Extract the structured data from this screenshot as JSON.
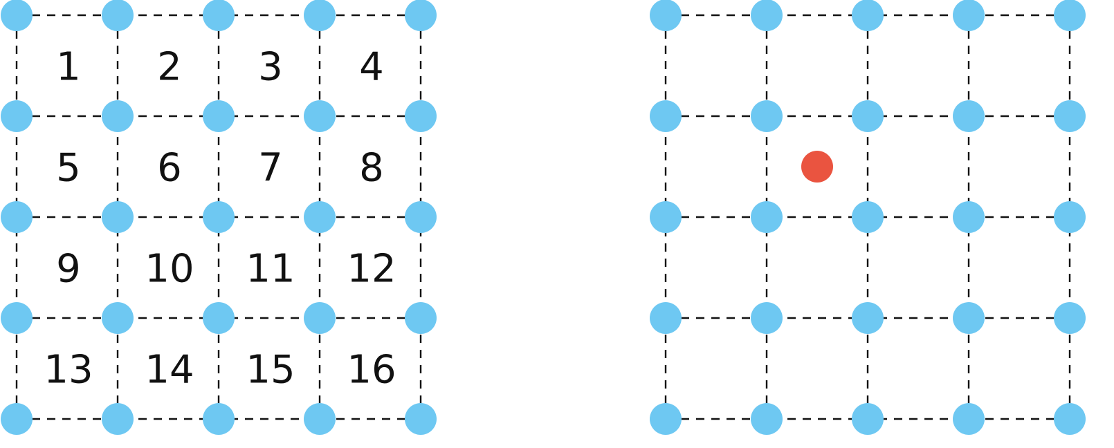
{
  "left_grid": {
    "rows": 4,
    "cols": 4,
    "cell_labels": [
      "1",
      "2",
      "3",
      "4",
      "5",
      "6",
      "7",
      "8",
      "9",
      "10",
      "11",
      "12",
      "13",
      "14",
      "15",
      "16"
    ],
    "node_color": "#6ec8f2",
    "line_style": "dashed"
  },
  "right_grid": {
    "rows": 4,
    "cols": 4,
    "node_color": "#6ec8f2",
    "line_style": "dashed",
    "highlight_point": {
      "color": "#ea5440",
      "cell_row": 2,
      "cell_col": 2
    }
  }
}
